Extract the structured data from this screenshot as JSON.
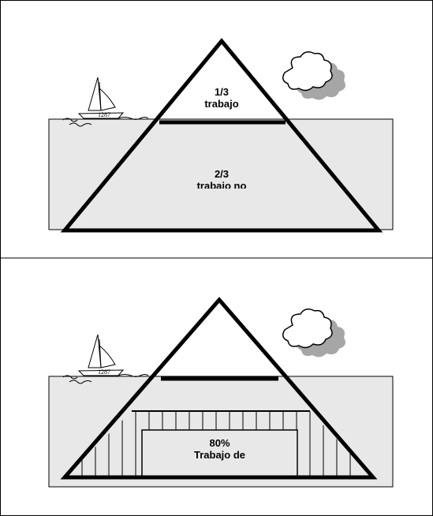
{
  "panels": [
    {
      "id": "top",
      "tip_fraction": "1/3",
      "tip_word": "trabajo",
      "base_fraction": "2/3",
      "base_word": "trabajo no"
    },
    {
      "id": "bottom",
      "box_percent": "80%",
      "box_word": "Trabajo de"
    }
  ],
  "boat_sail_text": "1287",
  "colors": {
    "water": "#e8e8e8",
    "cloud_shadow": "#a6a6a6",
    "line": "#000000",
    "background": "#ffffff"
  }
}
